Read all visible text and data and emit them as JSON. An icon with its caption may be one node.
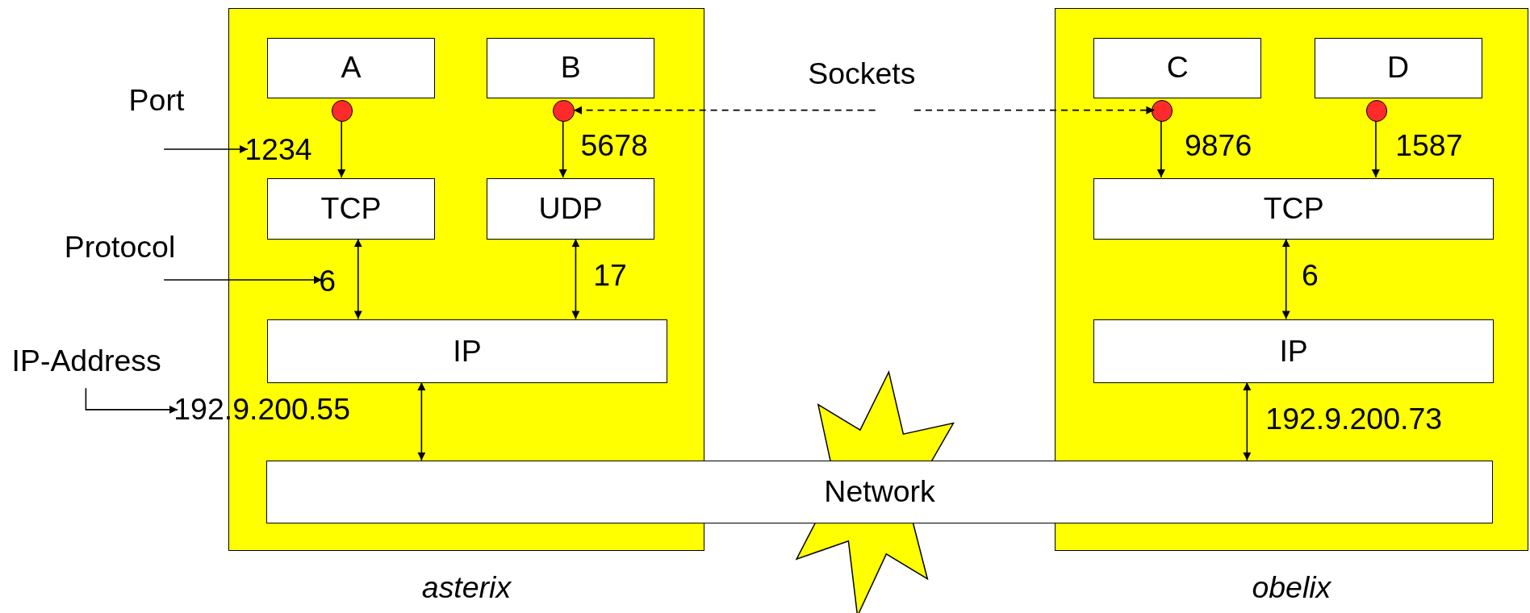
{
  "diagram": {
    "nodes": [
      {
        "text": [
          "asterix"
        ]
      },
      {
        "text": [
          "A"
        ],
        "in": 0
      },
      {
        "text": [
          "B"
        ],
        "in": 0
      },
      {
        "text": [],
        "shape": "circle",
        "in": 0
      },
      {
        "text": [],
        "shape": "circle",
        "in": 0
      },
      {
        "text": [
          "1234"
        ],
        "in": 0
      },
      {
        "text": [
          "TCP"
        ],
        "in": 0
      },
      {
        "text": [
          "UDP"
        ],
        "in": 0
      },
      {
        "text": [
          "6"
        ],
        "in": 0
      },
      {
        "text": [
          "IP"
        ],
        "in": 0
      },
      {
        "text": [
          "192.9.200.55"
        ]
      },
      {
        "text": [
          "obelix"
        ]
      },
      {
        "text": [
          "C"
        ],
        "in": 11
      },
      {
        "text": [
          "D"
        ],
        "in": 11
      },
      {
        "text": [],
        "shape": "circle",
        "in": 11
      },
      {
        "text": [],
        "shape": "circle",
        "in": 11
      },
      {
        "text": [
          "TCP"
        ],
        "in": 11
      },
      {
        "text": [
          "IP"
        ],
        "in": 11
      },
      {
        "text": [
          "Network"
        ]
      },
      {
        "text": [
          "Port"
        ]
      },
      {
        "text": [
          "Protocol"
        ]
      },
      {
        "text": [
          "IP-Address"
        ]
      },
      {
        "text": [
          "Sockets"
        ]
      }
    ],
    "edges": [
      {
        "from": 3,
        "to": 6,
        "arrow": "to"
      },
      {
        "from": 4,
        "to": 7,
        "arrow": "to",
        "label": "5678"
      },
      {
        "from": 6,
        "to": 9,
        "arrow": "both"
      },
      {
        "from": 7,
        "to": 9,
        "arrow": "both",
        "label": "17"
      },
      {
        "from": 9,
        "to": 18,
        "arrow": "both"
      },
      {
        "from": 14,
        "to": 16,
        "arrow": "to",
        "label": "9876"
      },
      {
        "from": 15,
        "to": 16,
        "arrow": "to",
        "label": "1587"
      },
      {
        "from": 16,
        "to": 17,
        "arrow": "both",
        "label": "6"
      },
      {
        "from": 17,
        "to": 18,
        "arrow": "both",
        "label": "192.9.200.73"
      },
      {
        "from": 19,
        "to": 5,
        "arrow": "to"
      },
      {
        "from": 20,
        "to": 8,
        "arrow": "to"
      },
      {
        "from": 21,
        "to": 10,
        "arrow": "to"
      },
      {
        "from": 22,
        "to": 4,
        "arrow": "to",
        "style": "dashed"
      },
      {
        "from": 22,
        "to": 14,
        "arrow": "to",
        "style": "dashed"
      }
    ]
  }
}
